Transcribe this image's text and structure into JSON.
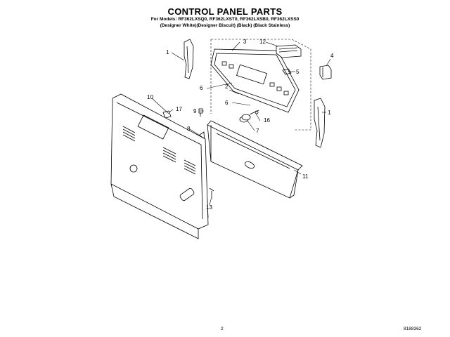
{
  "header": {
    "title": "CONTROL PANEL PARTS",
    "models": "For Models: RF362LXSQ0, RF362LXST0, RF362LXSB0, RF362LXSS0",
    "variants": "(Designer White)(Designer Biscuit) (Black)    (Black Stainless)"
  },
  "callouts": {
    "c1": "1",
    "c2": "2",
    "c3": "3",
    "c4": "4",
    "c5": "5",
    "c6": "6",
    "c7": "7",
    "c8": "8",
    "c9": "9",
    "c10": "10",
    "c11": "11",
    "c12": "12",
    "c13": "13",
    "c16": "16",
    "c17": "17"
  },
  "footer": {
    "page": "2",
    "doc_number": "8188362"
  }
}
